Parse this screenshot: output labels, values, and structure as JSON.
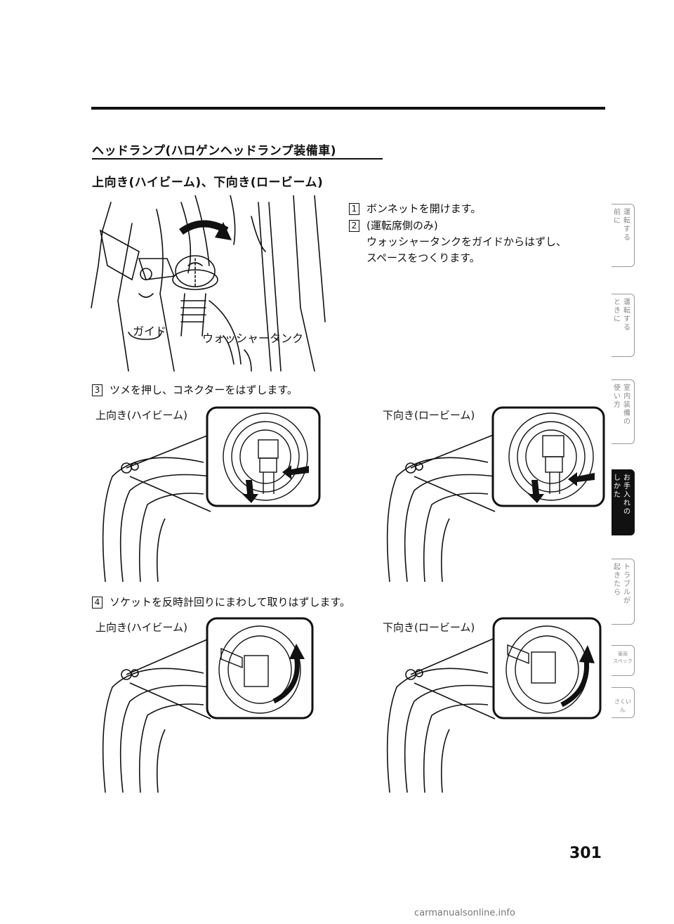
{
  "heading": "ヘッドランプ(ハロゲンヘッドランプ装備車)",
  "subheading": "上向き(ハイビーム)、下向き(ロービーム)",
  "steps": [
    {
      "num": "1",
      "text": "ボンネットを開けます。"
    },
    {
      "num": "2",
      "text": "(運転席側のみ)",
      "text2": "ウォッシャータンクをガイドからはずし、",
      "text3": "スペースをつくります。"
    },
    {
      "num": "3",
      "text": "ツメを押し、コネクターをはずします。"
    },
    {
      "num": "4",
      "text": "ソケットを反時計回りにまわして取りはずします。"
    }
  ],
  "figure_labels": {
    "guide": "ガイド",
    "washer_tank": "ウォッシャータンク",
    "high_beam": "上向き(ハイビーム)",
    "low_beam": "下向き(ロービーム)"
  },
  "side_tabs": [
    {
      "col1": "運転する",
      "col2": "前に",
      "active": false
    },
    {
      "col1": "運転する",
      "col2": "ときに",
      "active": false
    },
    {
      "col1": "室内装備の",
      "col2": "使い方",
      "active": false
    },
    {
      "col1": "お手入れの",
      "col2": "しかた",
      "active": true
    },
    {
      "col1": "トラブルが",
      "col2": "起きたら",
      "active": false
    },
    {
      "col1": "車両",
      "col2": "スペック",
      "active": false
    },
    {
      "col1": "さくいん",
      "col2": "",
      "active": false
    }
  ],
  "page_number": "301",
  "footer": "carmanualsonline.info"
}
